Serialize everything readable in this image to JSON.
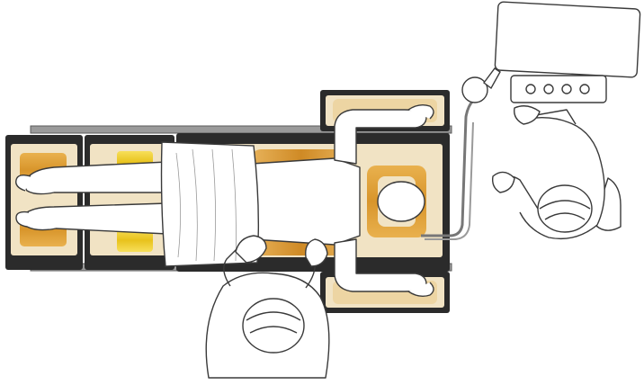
{
  "scene": {
    "description_visible_text": "",
    "colors": {
      "table_frame": "#2b2b2b",
      "table_rail": "#8c8c8c",
      "pad_base": "#f1e3c4",
      "gel_orange": "#e0a23a",
      "gel_orange_dark": "#c98420",
      "gel_yellow": "#f3d232",
      "skin_line": "#3a3a3a",
      "drape": "#ffffff",
      "tube": "#777777"
    },
    "elements": [
      "operating-table",
      "patient-supine",
      "surgical-drape",
      "surgeon",
      "anesthesiologist",
      "anesthesia-monitor",
      "gel-positioning-pads"
    ]
  }
}
